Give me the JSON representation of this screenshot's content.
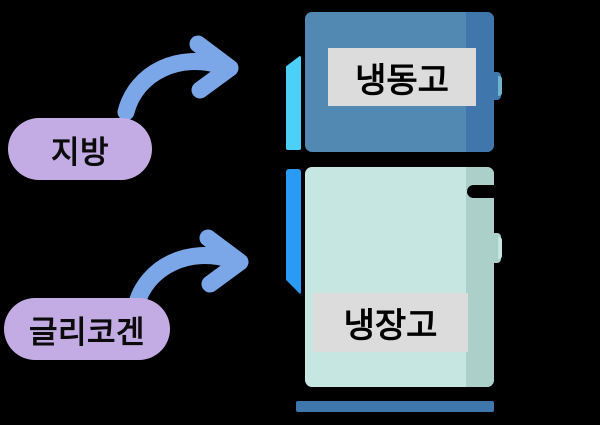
{
  "diagram": {
    "title": "Fat and glycogen storage analogy — freezer and refrigerator",
    "background_color": "#000000"
  },
  "labels": {
    "fat": {
      "text": "지방",
      "fill_color": "#c3ace3",
      "text_color": "#0c0c0c"
    },
    "glycogen": {
      "text": "글리코겐",
      "fill_color": "#c3ace3",
      "text_color": "#0c0c0c"
    }
  },
  "appliance": {
    "freezer": {
      "door_label": "냉동고",
      "door_color": "#5189b3",
      "side_color": "#3f76ab",
      "label_box_color": "#dcdcdc",
      "accent_strip_color": "#4dd0f7"
    },
    "fridge": {
      "door_label": "냉장고",
      "door_color": "#c6e6e2",
      "side_color": "#abcfc9",
      "label_box_color": "#dcdcdc",
      "accent_strip_color": "#2a9bf5",
      "handle_color": "#000000"
    },
    "base_bar_color": "#3f76ab",
    "outline_color": "#000000"
  },
  "arrows": {
    "fat_to_freezer": {
      "color": "#7ba7e8",
      "direction": "right",
      "source": "지방",
      "target": "냉동고"
    },
    "glycogen_to_fridge": {
      "color": "#7ba7e8",
      "direction": "right",
      "source": "글리코겐",
      "target": "냉장고"
    }
  }
}
